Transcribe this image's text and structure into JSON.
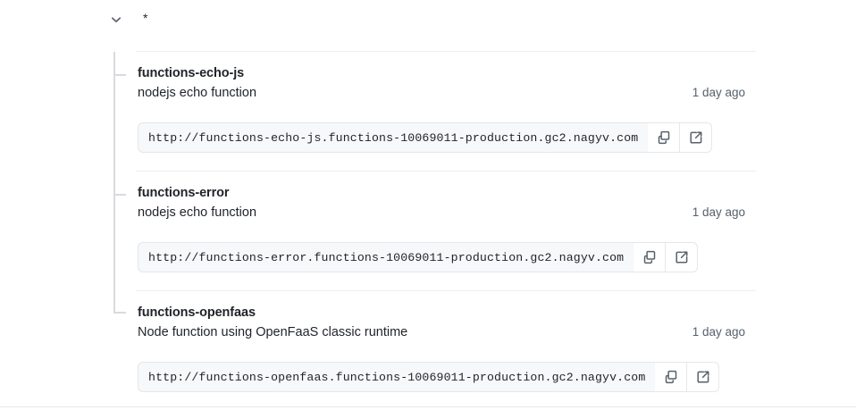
{
  "group": {
    "label": "*",
    "chevron_icon": "chevron-down-icon",
    "expanded": true
  },
  "colors": {
    "text_primary": "#1f2328",
    "text_muted": "#57606a",
    "border": "#e4e7eb",
    "separator": "#eceef0",
    "tree_line": "#d8dade",
    "field_bg": "#f6f8fa",
    "page_bg": "#ffffff"
  },
  "actions": {
    "copy_icon": "copy-icon",
    "copy_label": "Copy URL",
    "open_icon": "external-link-icon",
    "open_label": "Open URL"
  },
  "functions": [
    {
      "name": "functions-echo-js",
      "description": "nodejs echo function",
      "updated": "1 day ago",
      "url": "http://functions-echo-js.functions-10069011-production.gc2.nagyv.com"
    },
    {
      "name": "functions-error",
      "description": "nodejs echo function",
      "updated": "1 day ago",
      "url": "http://functions-error.functions-10069011-production.gc2.nagyv.com"
    },
    {
      "name": "functions-openfaas",
      "description": "Node function using OpenFaaS classic runtime",
      "updated": "1 day ago",
      "url": "http://functions-openfaas.functions-10069011-production.gc2.nagyv.com"
    }
  ]
}
